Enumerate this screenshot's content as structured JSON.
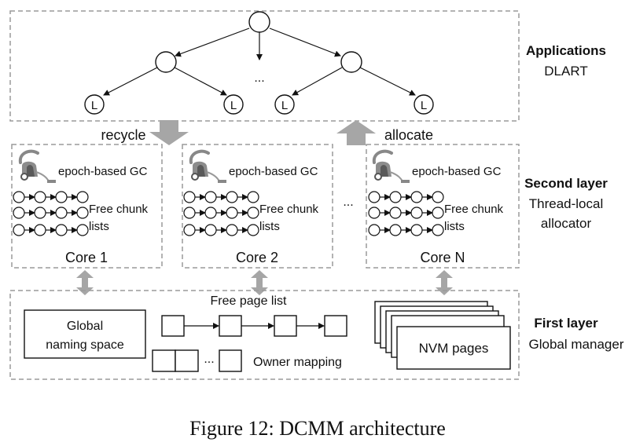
{
  "colors": {
    "dashed_border": "#9a9a9a",
    "arrow_fill": "#a6a6a6",
    "line": "#111111",
    "background": "#ffffff"
  },
  "layers": {
    "applications": {
      "title": "Applications",
      "subtitle": "DLART"
    },
    "second": {
      "title": "Second layer",
      "subtitle_line1": "Thread-local",
      "subtitle_line2": "allocator"
    },
    "first": {
      "title": "First layer",
      "subtitle": "Global manager"
    }
  },
  "tree": {
    "leaf_label": "L",
    "ellipsis": "..."
  },
  "flows": {
    "recycle": "recycle",
    "allocate": "allocate"
  },
  "cores": [
    {
      "gc_label": "epoch-based GC",
      "chunk_label_line1": "Free chunk",
      "chunk_label_line2": "lists",
      "name": "Core 1"
    },
    {
      "gc_label": "epoch-based GC",
      "chunk_label_line1": "Free chunk",
      "chunk_label_line2": "lists",
      "name": "Core 2"
    },
    {
      "gc_label": "epoch-based GC",
      "chunk_label_line1": "Free chunk",
      "chunk_label_line2": "lists",
      "name": "Core N"
    }
  ],
  "cores_ellipsis": "...",
  "global_manager": {
    "naming_line1": "Global",
    "naming_line2": "naming space",
    "free_page_list": "Free page list",
    "owner_mapping": "Owner mapping",
    "owner_ellipsis": "...",
    "nvm_pages": "NVM pages"
  },
  "caption": "Figure 12: DCMM architecture",
  "icons": [
    "vacuum-cleaner-icon"
  ]
}
